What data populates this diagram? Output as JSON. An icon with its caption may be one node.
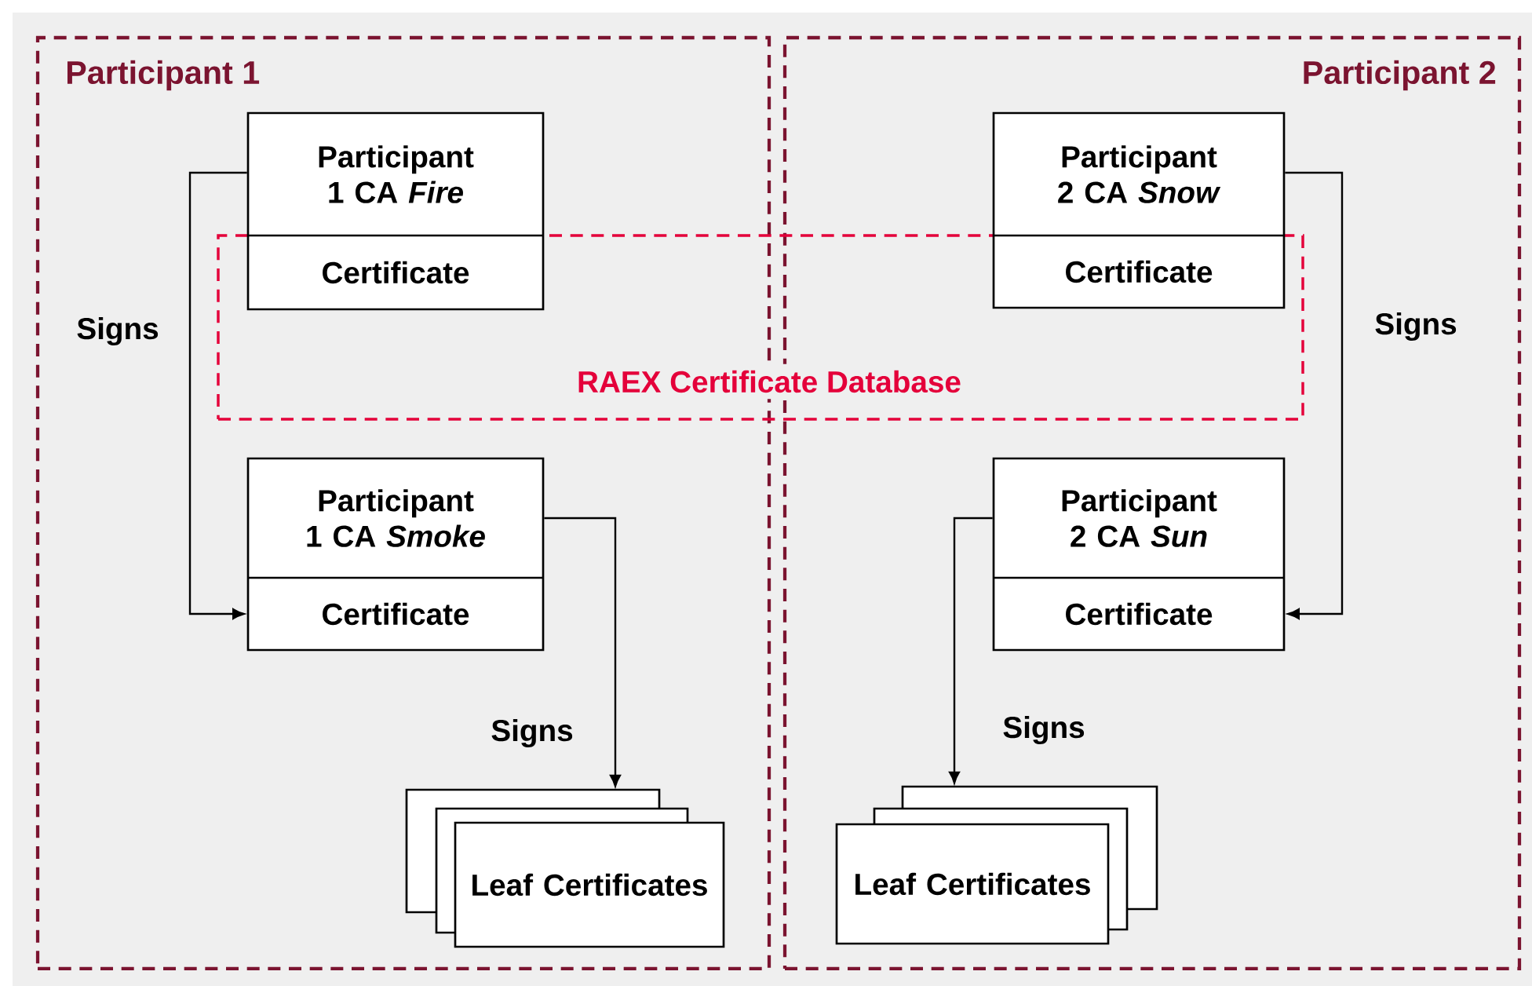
{
  "diagram": {
    "nodes": [
      {
        "text": [
          "Participant 1"
        ]
      },
      {
        "text": [
          "Participant 2"
        ]
      },
      {
        "text": [
          "RAEX Certificate Database"
        ]
      },
      {
        "text": [
          "Participant 1 CA *Fire*",
          "Certificate"
        ],
        "in": 0
      },
      {
        "text": [
          "Participant 1 CA *Smoke*",
          "Certificate"
        ],
        "in": 0
      },
      {
        "text": [
          "Leaf Certificates"
        ],
        "in": 0
      },
      {
        "text": [
          "Participant 2 CA *Snow*",
          "Certificate"
        ],
        "in": 1
      },
      {
        "text": [
          "Participant 2 CA *Sun*",
          "Certificate"
        ],
        "in": 1
      },
      {
        "text": [
          "Leaf Certificates"
        ],
        "in": 1
      }
    ],
    "edges": [
      {
        "from": 3,
        "to": 4,
        "arrow": "to",
        "label": "Signs"
      },
      {
        "from": 4,
        "to": 5,
        "arrow": "to",
        "label": "Signs"
      },
      {
        "from": 6,
        "to": 7,
        "arrow": "to",
        "label": "Signs"
      },
      {
        "from": 7,
        "to": 8,
        "arrow": "to",
        "label": "Signs"
      }
    ]
  }
}
